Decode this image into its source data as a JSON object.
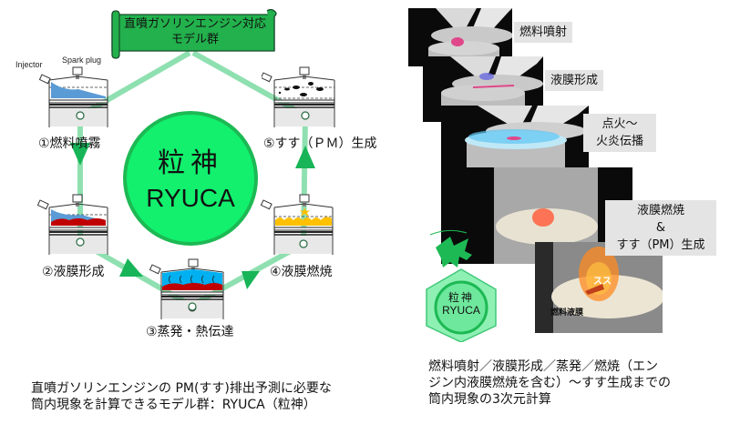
{
  "left_diagram": {
    "banner": {
      "line1": "直噴ガソリンエンジン対応",
      "line2": "モデル群"
    },
    "center": {
      "kanji": "粒神",
      "name": "RYUCA"
    },
    "part_labels": {
      "injector": "Injector",
      "spark_plug": "Spark plug"
    },
    "stages": [
      {
        "label": "①燃料噴霧"
      },
      {
        "label": "②液膜形成"
      },
      {
        "label": "③蒸発・熱伝達"
      },
      {
        "label": "④液膜燃焼"
      },
      {
        "label": "⑤すす（ＰＭ）生成"
      }
    ],
    "caption": {
      "line1": "直噴ガソリンエンジンの PM(すす)排出予測に必要な",
      "line2": "筒内現象を計算できるモデル群：RYUCA（粒神）"
    },
    "colors": {
      "banner_green": "#22b14c",
      "circle_fill": "#12f06e",
      "circle_border": "#1db954",
      "path_green": "#8fe0b0",
      "arrow_green": "#17b558",
      "spray_blue": "#5b9bd5",
      "film_red": "#c00000",
      "flame_yellow": "#ffc000",
      "water_blue": "#00b0f0"
    }
  },
  "right_diagram": {
    "sim_labels": [
      {
        "text": "燃料噴射"
      },
      {
        "text": "液膜形成"
      },
      {
        "line1": "点火～",
        "line2": "火炎伝播"
      },
      {
        "line1": "液膜燃焼",
        "line2": "&",
        "line3": "すす（PM）生成"
      }
    ],
    "annotations": {
      "soot": "スス",
      "fuel_film": "燃料液膜"
    },
    "logo": {
      "kanji": "粒神",
      "name": "RYUCA"
    },
    "caption": {
      "line1": "燃料噴射／液膜形成／蒸発／燃焼（エン",
      "line2": "ジン内液膜燃焼を含む）～すす生成までの",
      "line3": "筒内現象の3次元計算"
    }
  }
}
